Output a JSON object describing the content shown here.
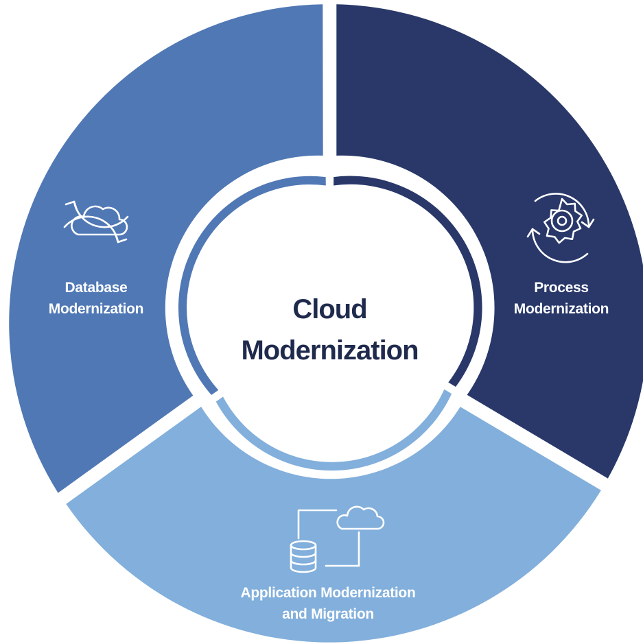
{
  "center": {
    "title_line1": "Cloud",
    "title_line2": "Modernization"
  },
  "segments": [
    {
      "id": "database",
      "label_line1": "Database",
      "label_line2": "Modernization",
      "icon": "cloud-sync-icon",
      "color": "#5078b5"
    },
    {
      "id": "process",
      "label_line1": "Process",
      "label_line2": "Modernization",
      "icon": "gear-sync-icon",
      "color": "#293869"
    },
    {
      "id": "application",
      "label_line1": "Application Modernization",
      "label_line2": "and Migration",
      "icon": "database-to-cloud-icon",
      "color": "#82afdb"
    }
  ],
  "colors": {
    "background": "#ffffff",
    "center_fill": "#ffffff",
    "center_text": "#1f2a4d",
    "label_text": "#ffffff"
  }
}
